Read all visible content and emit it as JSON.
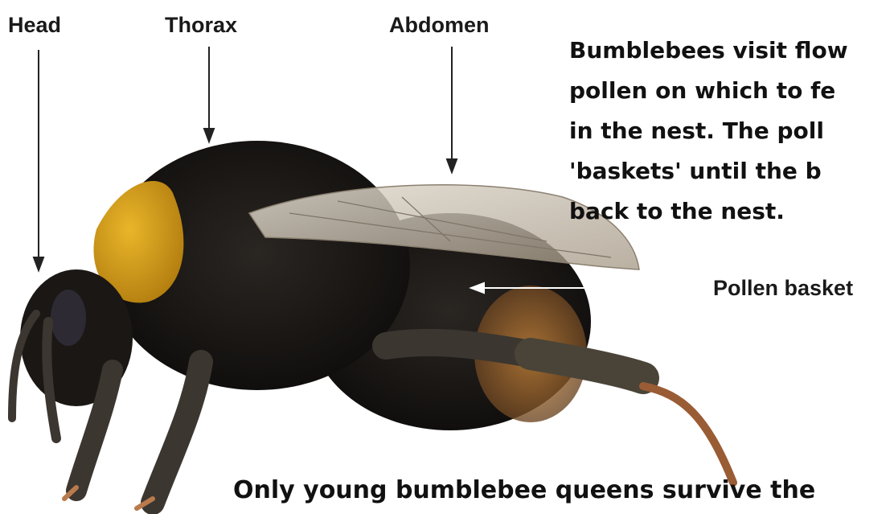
{
  "labels": {
    "head": "Head",
    "thorax": "Thorax",
    "abdomen": "Abdomen",
    "pollen_basket": "Pollen basket"
  },
  "description": {
    "lines": [
      "Bumblebees visit flow",
      "pollen on which to fe",
      "in the nest. The poll",
      "'baskets' until the b",
      " back to the nest."
    ]
  },
  "footer": "Only young bumblebee queens survive the",
  "colors": {
    "body_black": "#151311",
    "yellow_band": "#d9a21a",
    "tail_orange": "#b7722e",
    "wing": "#cfc6b8",
    "leg": "#3b3630",
    "text": "#1a1a1a"
  }
}
